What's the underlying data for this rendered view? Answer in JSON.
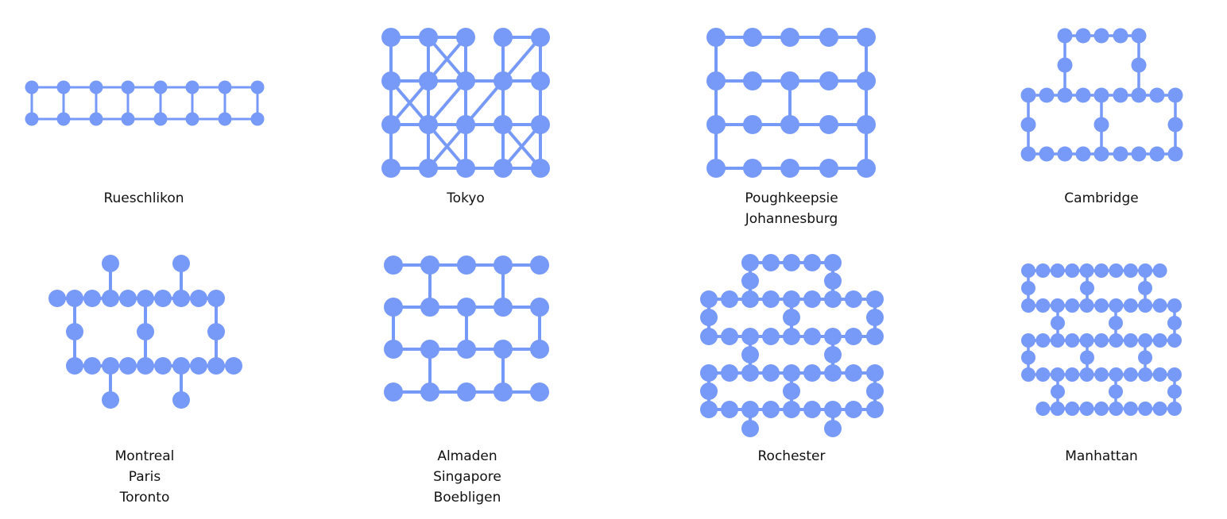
{
  "style": {
    "node_color": "#7799f7",
    "edge_color": "#7799f7",
    "background": "#ffffff"
  },
  "graphs": [
    {
      "name": "rueschlikon",
      "labels": [
        "Rueschlikon"
      ]
    },
    {
      "name": "tokyo",
      "labels": [
        "Tokyo"
      ]
    },
    {
      "name": "poughkeepsie",
      "labels": [
        "Poughkeepsie",
        "Johannesburg"
      ]
    },
    {
      "name": "cambridge",
      "labels": [
        "Cambridge"
      ]
    },
    {
      "name": "montreal",
      "labels": [
        "Montreal",
        "Paris",
        "Toronto"
      ]
    },
    {
      "name": "almaden",
      "labels": [
        "Almaden",
        "Singapore",
        "Boebligen"
      ]
    },
    {
      "name": "rochester",
      "labels": [
        "Rochester"
      ]
    },
    {
      "name": "manhattan",
      "labels": [
        "Manhattan"
      ]
    }
  ]
}
